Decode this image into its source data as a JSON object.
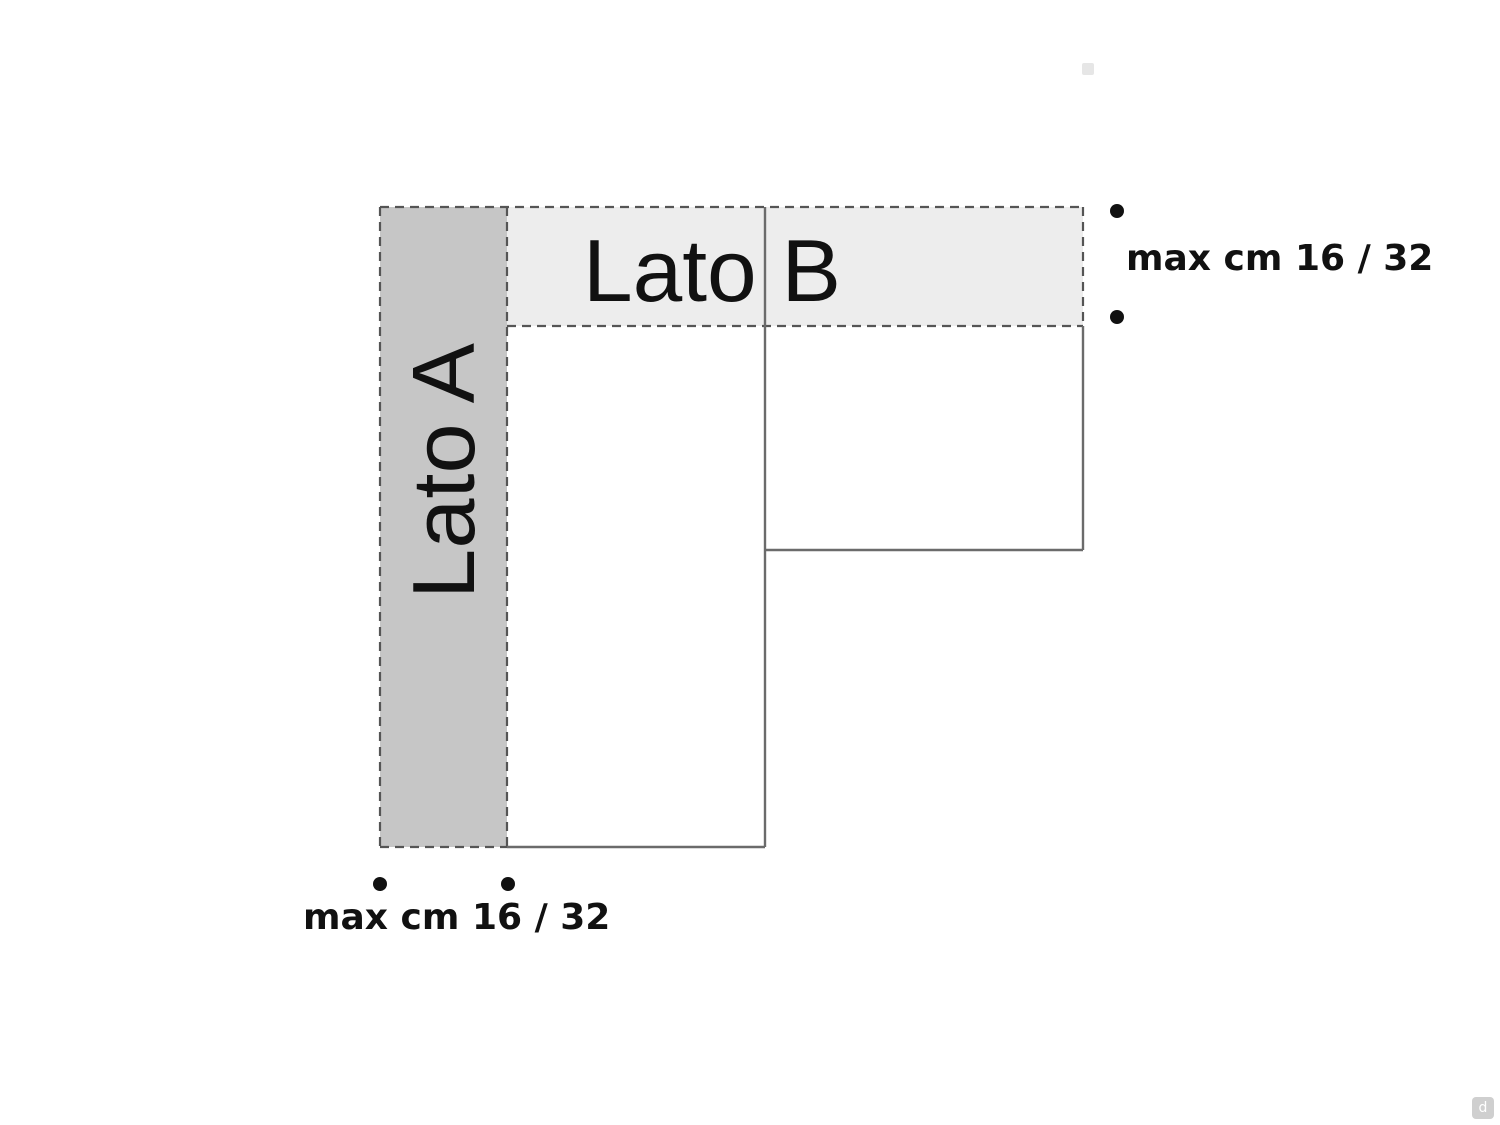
{
  "diagram": {
    "side_a_label": "Lato A",
    "side_b_label": "Lato B",
    "dimension_right": "max cm 16 / 32",
    "dimension_bottom": "max cm 16 / 32",
    "corner_mark_glyph": "d"
  },
  "colors": {
    "side_a_fill": "#c6c6c6",
    "side_b_fill": "#ededed",
    "outline": "#666666",
    "text": "#111111"
  }
}
